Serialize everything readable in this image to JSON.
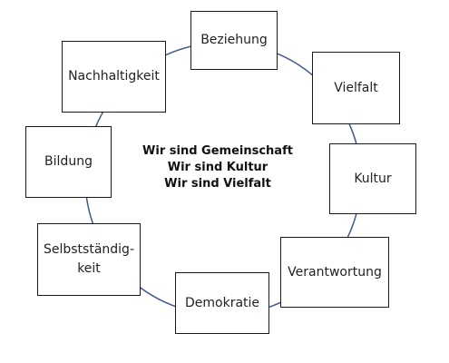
{
  "ring": {
    "stroke_color": "#3d5a8a"
  },
  "center": {
    "lines": [
      "Wir sind Gemeinschaft",
      "Wir sind Kultur",
      "Wir sind Vielfalt"
    ]
  },
  "nodes": {
    "beziehung": "Beziehung",
    "vielfalt": "Vielfalt",
    "kultur": "Kultur",
    "verantwortung": "Verantwortung",
    "demokratie": "Demokratie",
    "selbststaendigkeit": "Selbstständig-\nkeit",
    "bildung": "Bildung",
    "nachhaltigkeit": "Nachhaltigkeit"
  }
}
